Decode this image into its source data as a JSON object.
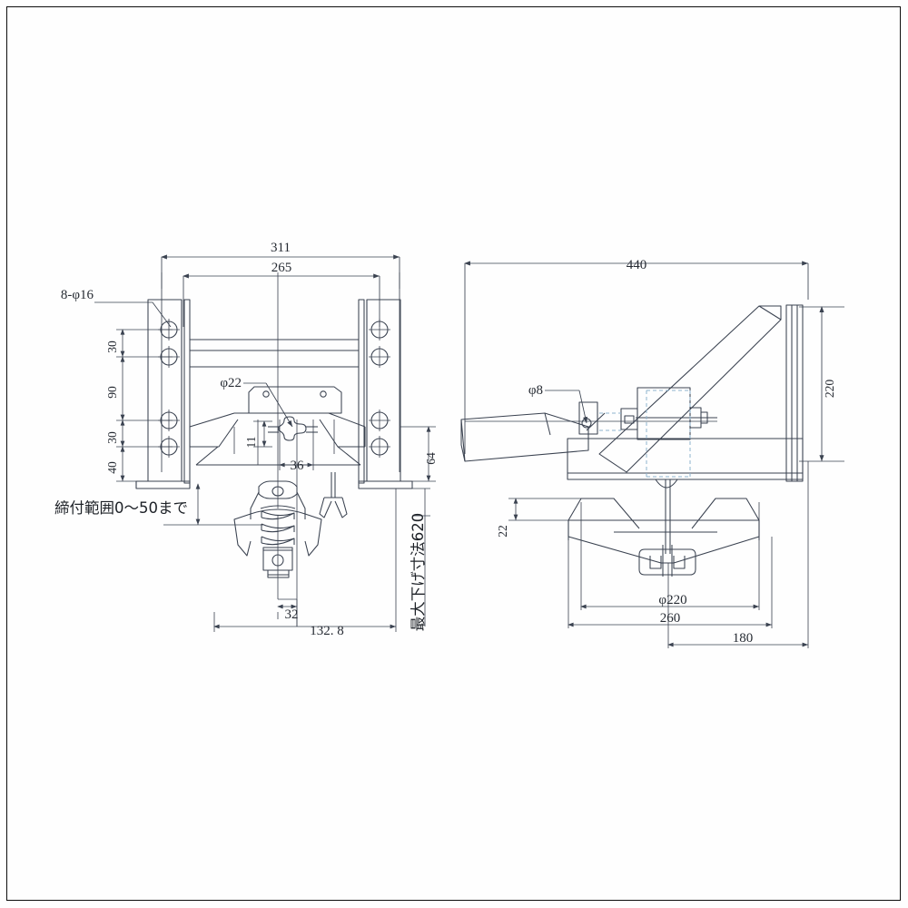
{
  "drawing": {
    "title": "Clamp bracket assembly technical drawing",
    "sheet_border": "#0d0d0d",
    "line_color": "#3a4250",
    "hidden_line_color": "#8fb4cf",
    "background": "#fefefe"
  },
  "views": {
    "front": {
      "name": "front-elevation-view",
      "dimensions": {
        "overall_width": "311",
        "hole_span_width": "265",
        "hole_callout": "8-φ16",
        "pin_hole": "φ22",
        "v_30_top": "30",
        "v_90": "90",
        "v_30_bottom": "30",
        "v_40": "40",
        "base_height": "64",
        "slot_height": "11",
        "slot_width": "36",
        "offset_32": "32",
        "width_132_8": "132. 8"
      },
      "notes": {
        "clamp_range": "締付範囲0～50まで",
        "max_drop": "最大下げ寸法620"
      }
    },
    "side": {
      "name": "side-elevation-view",
      "dimensions": {
        "overall_length": "440",
        "overall_height": "220",
        "pin_hole": "φ8",
        "plate_thickness_22": "22",
        "disc_diameter": "φ220",
        "disc_width_260": "260",
        "offset_180": "180"
      }
    }
  }
}
